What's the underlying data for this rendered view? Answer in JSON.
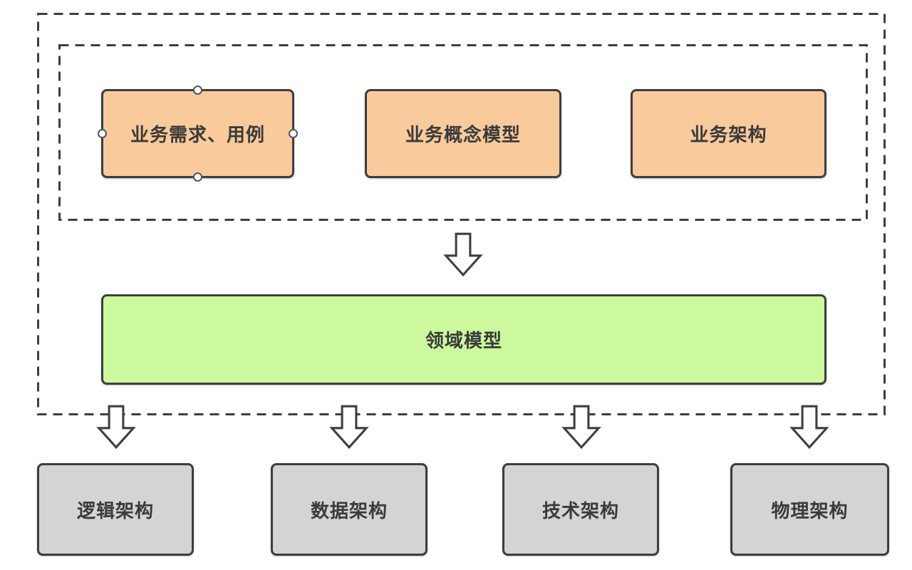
{
  "colors": {
    "canvas_bg": "#ffffff",
    "stroke": "#3e3e3e",
    "label_text": "#3a3a3a",
    "business_fill": "#f9ca9c",
    "domain_fill": "#ccf99e",
    "architecture_fill": "#d4d4d4",
    "arrow_fill": "#ffffff",
    "handle_fill": "#ffffff",
    "handle_stroke": "#555555"
  },
  "icons": {
    "flow_arrow": "down-block-arrow",
    "selection_handle": "circle-anchor"
  },
  "business_layer": {
    "boxes": [
      {
        "label": "业务需求、用例",
        "selected": true
      },
      {
        "label": "业务概念模型",
        "selected": false
      },
      {
        "label": "业务架构",
        "selected": false
      }
    ]
  },
  "domain_layer": {
    "label": "领域模型"
  },
  "architecture_layer": {
    "boxes": [
      {
        "label": "逻辑架构"
      },
      {
        "label": "数据架构"
      },
      {
        "label": "技术架构"
      },
      {
        "label": "物理架构"
      }
    ]
  }
}
